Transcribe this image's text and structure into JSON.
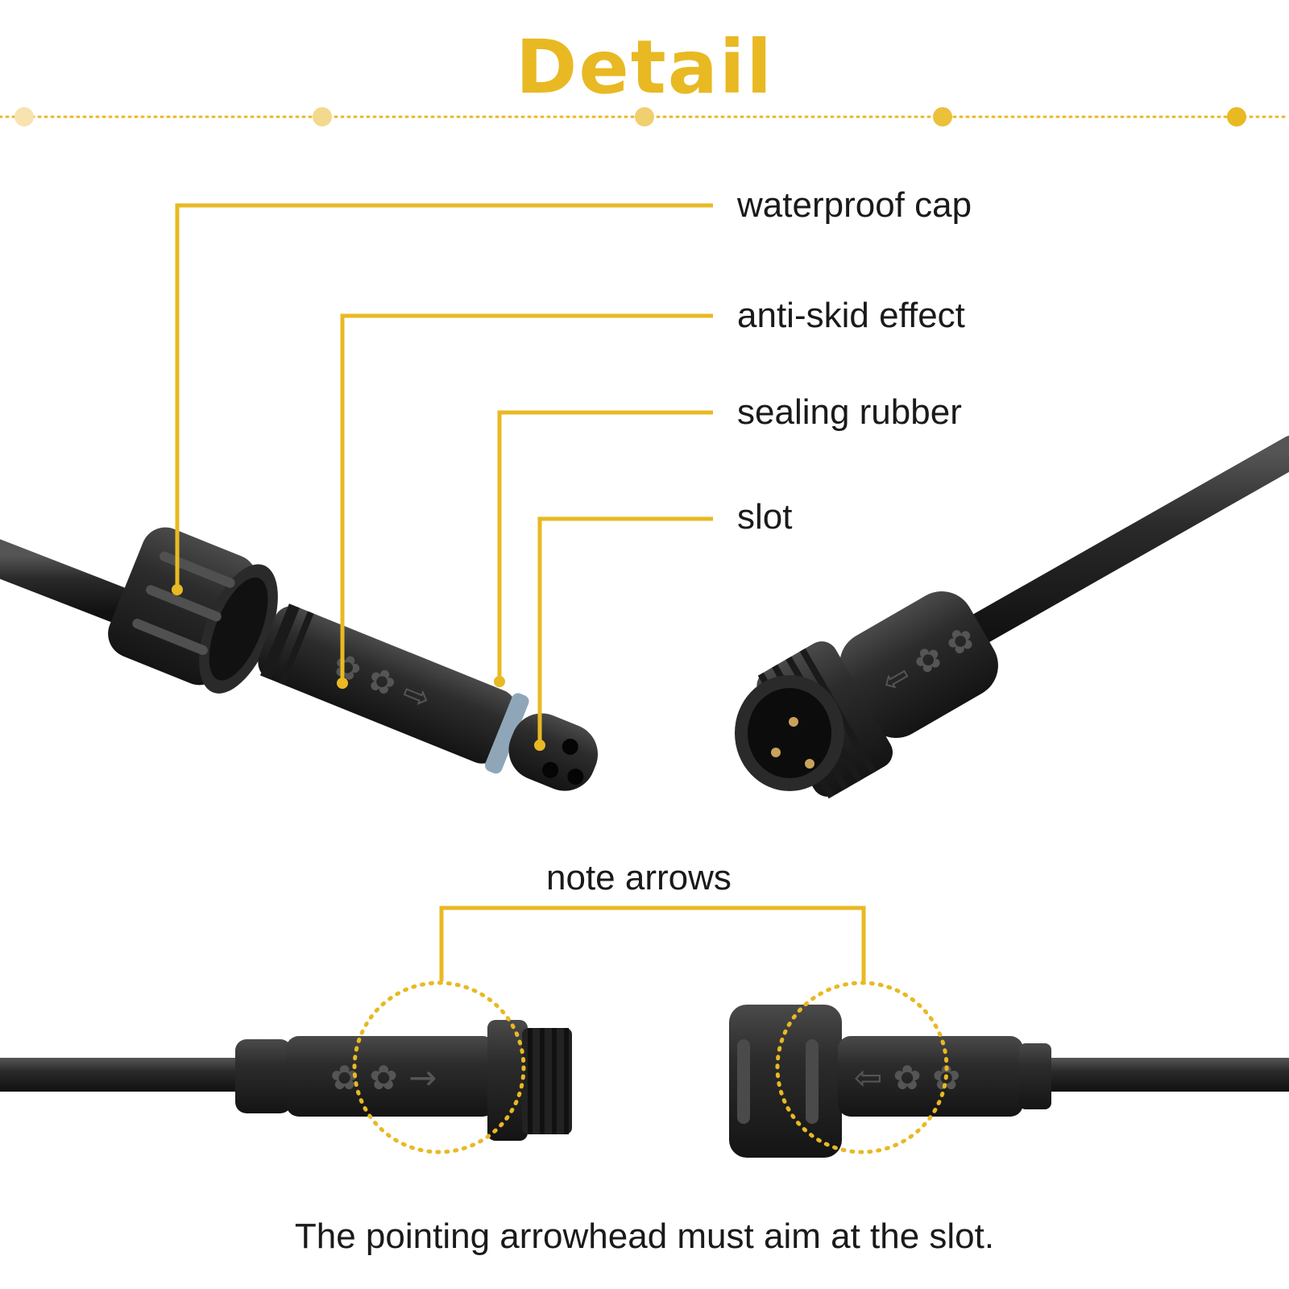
{
  "title": "Detail",
  "accent_color": "#E8B923",
  "callouts": [
    {
      "id": "cap",
      "label": "waterproof cap"
    },
    {
      "id": "skid",
      "label": "anti-skid effect"
    },
    {
      "id": "seal",
      "label": "sealing rubber"
    },
    {
      "id": "slot",
      "label": "slot"
    }
  ],
  "note_label": "note arrows",
  "footer_text": "The pointing arrowhead must aim at the slot."
}
